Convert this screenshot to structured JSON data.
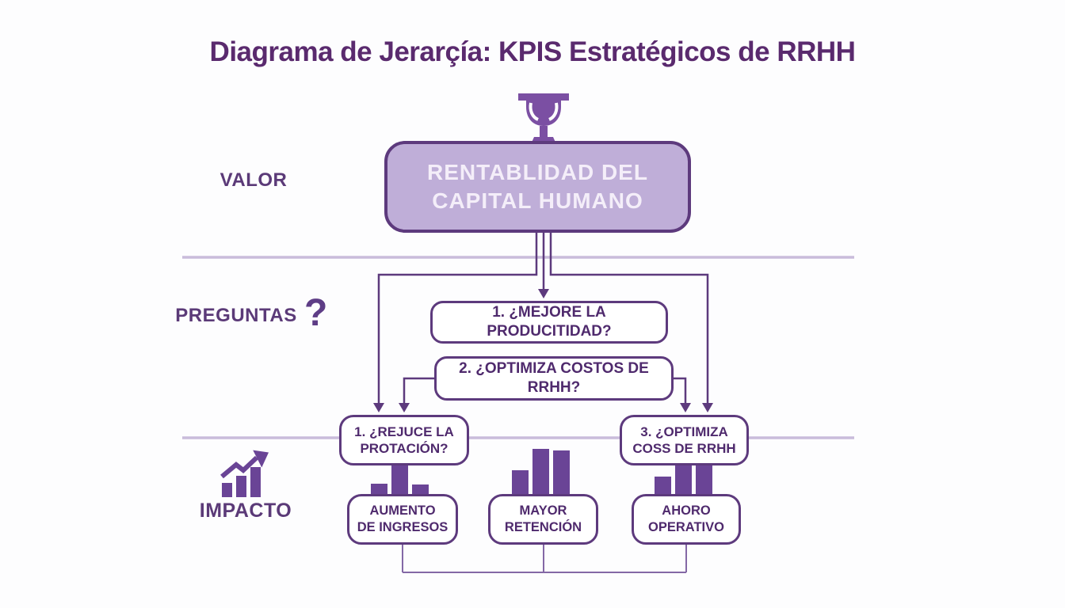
{
  "title": "Diagrama de Jerarçía: KPIS Estratégicos de RRHH",
  "row_labels": {
    "valor": "VALOR",
    "preguntas": "PREGUNTAS",
    "preguntas_icon_glyph": "?",
    "impacto": "IMPACTO"
  },
  "nodes": {
    "root": {
      "line1": "RENTABLIDAD DEL",
      "line2": "CAPITAL HUMANO"
    },
    "question_productividad": {
      "label": "1. ¿MEJORE LA PRODUCITIDAD?"
    },
    "question_costos": {
      "label": "2. ¿OPTIMIZA COSTOS DE RRHH?"
    },
    "question_rotacion": {
      "line1": "1. ¿REJUCE LA",
      "line2": "PROTACIÓN?"
    },
    "question_optimiza": {
      "line1": "3. ¿OPTIMIZA",
      "line2": "COSS DE RRHH"
    },
    "impact_ingresos": {
      "line1": "AUMENTO",
      "line2": "DE INGRESOS"
    },
    "impact_retencion": {
      "line1": "MAYOR",
      "line2": "RETENCIÓN"
    },
    "impact_ahorro": {
      "line1": "AHORO",
      "line2": "OPERATIVO"
    }
  },
  "colors": {
    "accent-dark": "#4f2a6d",
    "node-border": "#5d3a7d",
    "root-fill": "#bfaed8",
    "root-text": "#f4eef9",
    "icon-purple": "#7b4fa3",
    "bar-purple": "#6a4496",
    "divider": "#c9bcdb",
    "connector": "#5d3a7d",
    "bottom-connector": "#8468a6",
    "bg": "#fdfdfe"
  }
}
